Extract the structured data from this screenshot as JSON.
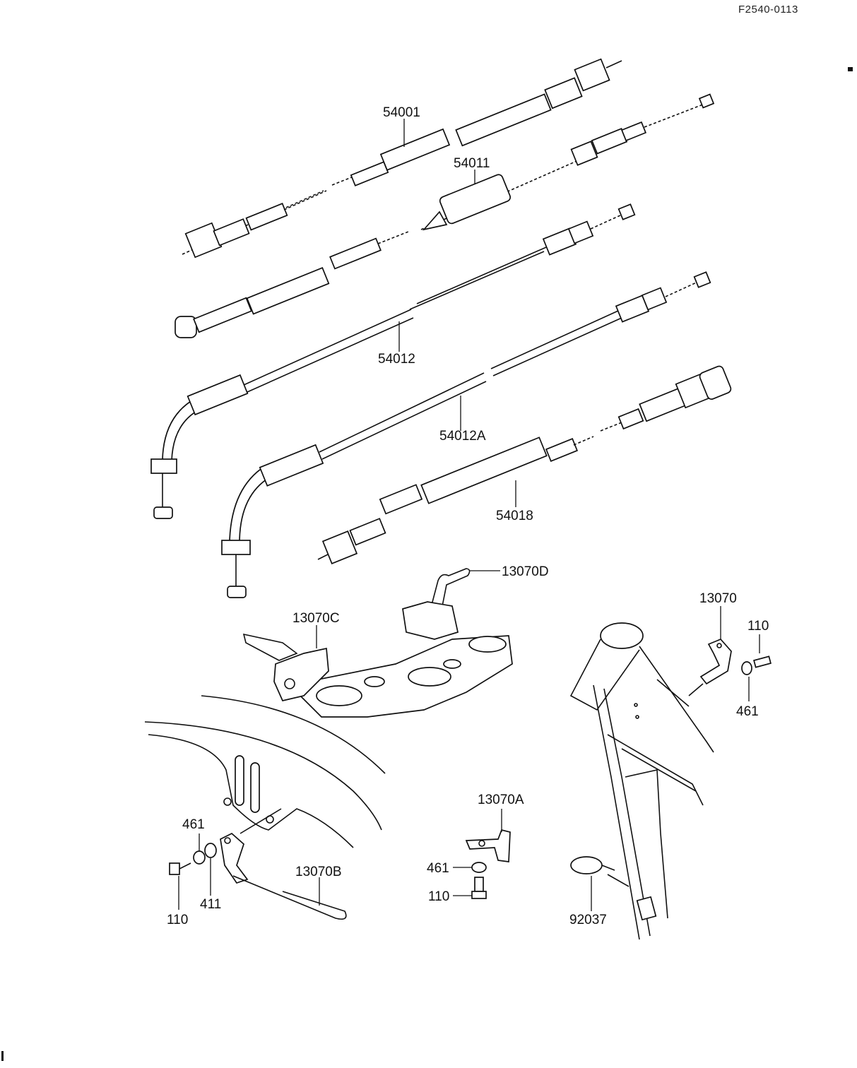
{
  "reference_code": "F2540-0113",
  "colors": {
    "ink": "#111111",
    "paper": "#ffffff"
  },
  "parts": {
    "p54001": "54001",
    "p54011": "54011",
    "p54012": "54012",
    "p54012A": "54012A",
    "p54018": "54018",
    "p13070D": "13070D",
    "p13070C": "13070C",
    "p13070": "13070",
    "p110_right": "110",
    "p461_right": "461",
    "p13070A": "13070A",
    "p461_center": "461",
    "p110_center": "110",
    "p92037": "92037",
    "p461_left": "461",
    "p110_left": "110",
    "p411": "411",
    "p13070B": "13070B"
  }
}
